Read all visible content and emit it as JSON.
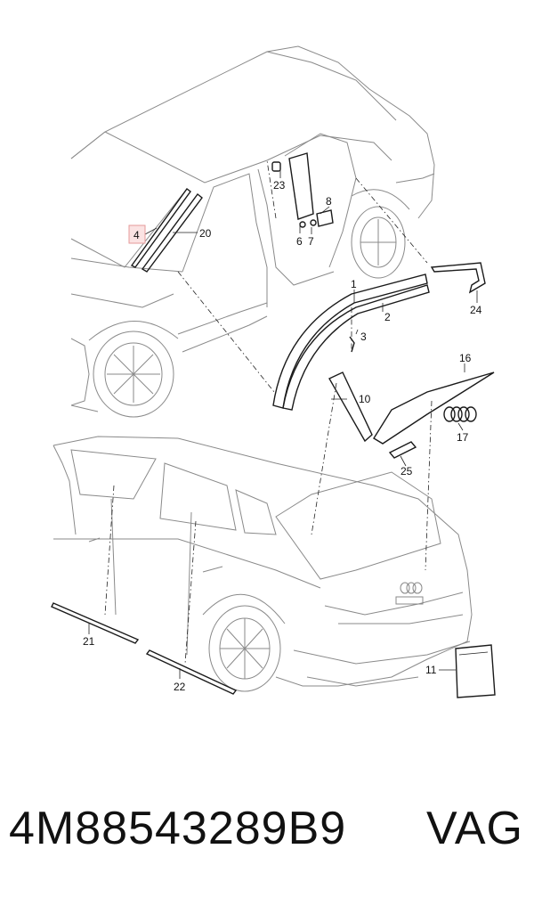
{
  "labels": {
    "l1": "1",
    "l2": "2",
    "l3": "3",
    "l4": "4",
    "l6": "6",
    "l7": "7",
    "l8": "8",
    "l10": "10",
    "l11": "11",
    "l16": "16",
    "l17": "17",
    "l20": "20",
    "l21": "21",
    "l22": "22",
    "l23": "23",
    "l24": "24",
    "l25": "25"
  },
  "highlighted_label": "4",
  "footer": {
    "part_number": "4M88543289B9",
    "brand": "VAG"
  }
}
